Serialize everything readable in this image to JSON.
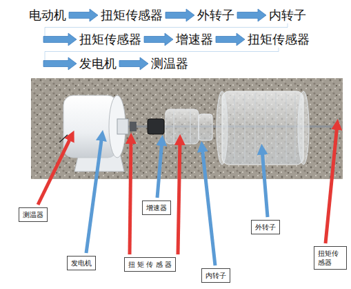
{
  "diagram": {
    "nodes": [
      {
        "text": [
          "电动机"
        ]
      },
      {
        "text": [
          "扭矩传感器"
        ]
      },
      {
        "text": [
          "外转子"
        ]
      },
      {
        "text": [
          "内转子"
        ]
      },
      {
        "text": [
          "扭矩传感器"
        ]
      },
      {
        "text": [
          "增速器"
        ]
      },
      {
        "text": [
          "扭矩传感器"
        ]
      },
      {
        "text": [
          "发电机"
        ]
      },
      {
        "text": [
          "测温器"
        ]
      },
      {
        "text": [
          "测温器"
        ]
      },
      {
        "text": [
          "发电机"
        ]
      },
      {
        "text": [
          "增速器"
        ]
      },
      {
        "text": [
          "扭 矩 传 感 器"
        ]
      },
      {
        "text": [
          "内转子"
        ]
      },
      {
        "text": [
          "外转子"
        ]
      },
      {
        "text": [
          "扭矩传 感器"
        ]
      }
    ],
    "edges": [
      {
        "from": 0,
        "to": 1,
        "arrow": "to"
      },
      {
        "from": 1,
        "to": 2,
        "arrow": "to"
      },
      {
        "from": 2,
        "to": 3,
        "arrow": "to"
      },
      {
        "from": 3,
        "to": 4,
        "arrow": "to"
      },
      {
        "from": 4,
        "to": 5,
        "arrow": "to"
      },
      {
        "from": 5,
        "to": 6,
        "arrow": "to"
      },
      {
        "from": 6,
        "to": 7,
        "arrow": "to"
      },
      {
        "from": 7,
        "to": 8,
        "arrow": "to"
      }
    ]
  }
}
